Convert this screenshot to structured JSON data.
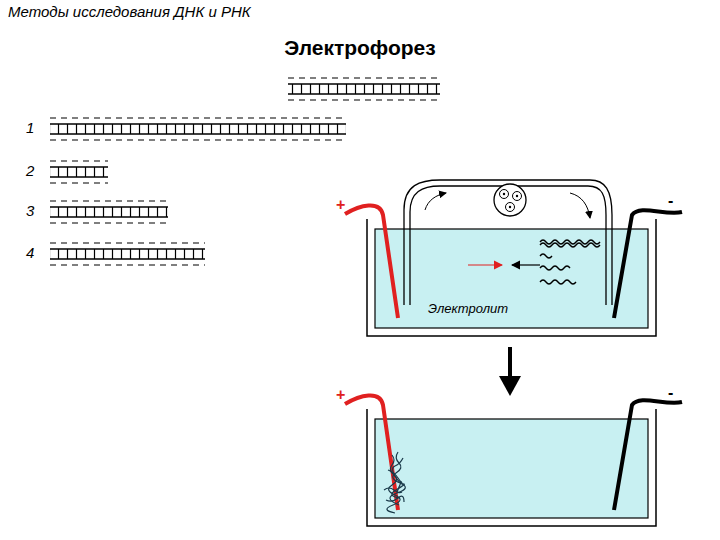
{
  "diagram": {
    "title": "Электрофорез",
    "labels": [
      "Методы исследования ДНК и РНК",
      "1",
      "2",
      "3",
      "4",
      "+",
      "-",
      "Электролит",
      "+",
      "-"
    ]
  }
}
